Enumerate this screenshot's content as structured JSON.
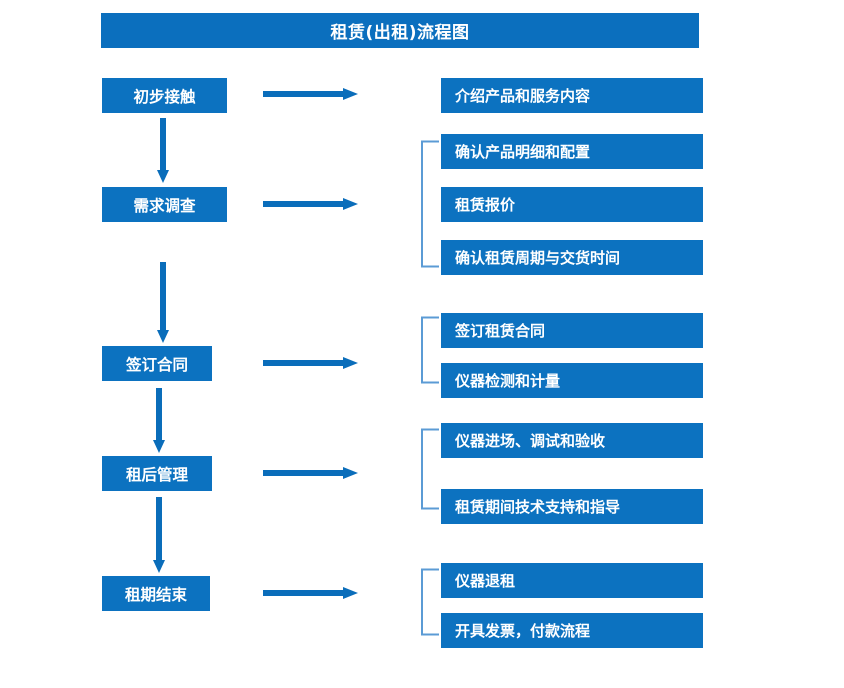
{
  "title": {
    "text": "租赁(出租)流程图"
  },
  "colors": {
    "box_blue": "#0C72C0",
    "title_blue": "#0B6FBE",
    "arrow_blue": "#0A6DBA",
    "bracket_blue": "#5B9BD5",
    "text_white": "#FFFFFF",
    "background": "#FFFFFF"
  },
  "stages": [
    {
      "id": "initial-contact",
      "label": "初步接触"
    },
    {
      "id": "needs-survey",
      "label": "需求调查"
    },
    {
      "id": "sign-contract",
      "label": "签订合同"
    },
    {
      "id": "post-rent-manage",
      "label": "租后管理"
    },
    {
      "id": "rental-end",
      "label": "租期结束"
    }
  ],
  "details": [
    {
      "id": "introduce-product-service",
      "label": "介绍产品和服务内容",
      "group": 0
    },
    {
      "id": "confirm-product-config",
      "label": "确认产品明细和配置",
      "group": 1
    },
    {
      "id": "rental-quote",
      "label": "租赁报价",
      "group": 1
    },
    {
      "id": "confirm-cycle-delivery",
      "label": "确认租赁周期与交货时间",
      "group": 1
    },
    {
      "id": "sign-rental-contract",
      "label": "签订租赁合同",
      "group": 2
    },
    {
      "id": "instrument-test-metering",
      "label": "仪器检测和计量",
      "group": 2
    },
    {
      "id": "instrument-entry-accept",
      "label": "仪器进场、调试和验收",
      "group": 3
    },
    {
      "id": "tech-support-guidance",
      "label": "租赁期间技术支持和指导",
      "group": 3
    },
    {
      "id": "instrument-return",
      "label": "仪器退租",
      "group": 4
    },
    {
      "id": "invoice-payment-process",
      "label": "开具发票，付款流程",
      "group": 4
    }
  ],
  "connectors": {
    "horizontal_arrow_name": "right-arrow-icon",
    "vertical_arrow_name": "down-arrow-icon",
    "bracket_name": "group-bracket"
  }
}
